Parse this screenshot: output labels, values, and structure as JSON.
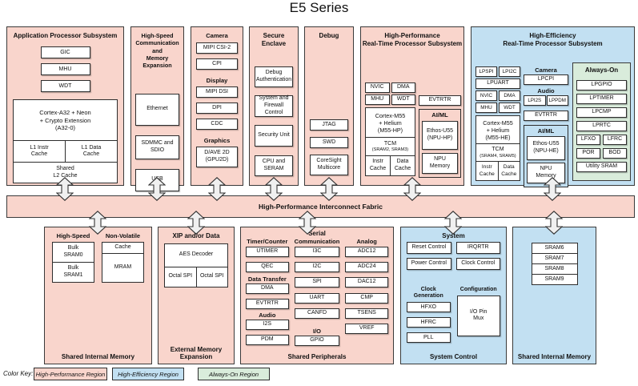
{
  "title": "E5 Series",
  "fabric_label": "High-Performance Interconnect Fabric",
  "aps": {
    "title": "Application Processor Subsystem",
    "gic": "GIC",
    "mhu": "MHU",
    "wdt": "WDT",
    "cpu_l1": "Cortex-A32 + Neon",
    "cpu_l2": "+ Crypto Extension",
    "cpu_l3": "(A32-0)",
    "l1i_l1": "L1 Instr",
    "l1i_l2": "Cache",
    "l1d_l1": "L1 Data",
    "l1d_l2": "Cache",
    "l2_l1": "Shared",
    "l2_l2": "L2 Cache"
  },
  "hscme": {
    "title_l1": "High-Speed",
    "title_l2": "Communication and",
    "title_l3": "Memory Expansion",
    "ethernet": "Ethernet",
    "sdmmc": "SDMMC and SDIO",
    "usb": "USB"
  },
  "cam": {
    "camera_h": "Camera",
    "mipi_csi": "MIPI CSI-2",
    "cpi": "CPI",
    "display_h": "Display",
    "mipi_dsi": "MIPI DSI",
    "dpi": "DPI",
    "cdc": "CDC",
    "graphics_h": "Graphics",
    "gpu_l1": "D/AVE 2D",
    "gpu_l2": "(GPU2D)"
  },
  "secure": {
    "title": "Secure Enclave",
    "items": [
      "Debug Authentication",
      "System and Firewall Control",
      "Security Unit",
      "CPU and SERAM"
    ]
  },
  "debug": {
    "title": "Debug",
    "jtag": "JTAG",
    "swd": "SWD",
    "coresight": "CoreSight Multicore"
  },
  "hprt": {
    "title_l1": "High-Performance",
    "title_l2": "Real-Time Processor Subsystem",
    "nvic": "NVIC",
    "dma": "DMA",
    "mhu": "MHU",
    "wdt": "WDT",
    "evtrtr": "EVTRTR",
    "cpu_l1": "Cortex-M55",
    "cpu_l2": "+ Helium",
    "cpu_l3": "(M55-HP)",
    "tcm": "TCM",
    "tcm_sub": "(SRAM2, SRAM3)",
    "icache": "Instr Cache",
    "dcache": "Data Cache",
    "aiml_h": "AI/ML",
    "npu_l1": "Ethos-U55",
    "npu_l2": "(NPU-HP)",
    "npu_mem": "NPU Memory"
  },
  "hert": {
    "title_l1": "High-Efficiency",
    "title_l2": "Real-Time Processor Subsystem",
    "lpspi": "LPSPI",
    "lpi2c": "LPI2C",
    "lpuart": "LPUART",
    "nvic": "NVIC",
    "dma": "DMA",
    "mhu": "MHU",
    "wdt": "WDT",
    "cpu_l1": "Cortex-M55",
    "cpu_l2": "+ Helium",
    "cpu_l3": "(M55-HE)",
    "tcm": "TCM",
    "tcm_sub": "(SRAM4, SRAM5)",
    "icache": "Instr Cache",
    "dcache": "Data Cache",
    "camera_h": "Camera",
    "lpcpi": "LPCPI",
    "audio_h": "Audio",
    "lpi2s": "LPI2S",
    "lppdm": "LPPDM",
    "evtrtr": "EVTRTR",
    "aiml_h": "AI/ML",
    "npu_l1": "Ethos-U55",
    "npu_l2": "(NPU-HE)",
    "npu_mem": "NPU Memory"
  },
  "always_on": {
    "title": "Always-On",
    "lpgpio": "LPGPIO",
    "lptimer": "LPTIMER",
    "lpcmp": "LPCMP",
    "lprtc": "LPRTC",
    "lfxo": "LFXO",
    "lfrc": "LFRC",
    "por": "POR",
    "bod": "BOD",
    "utility": "Utility SRAM"
  },
  "sim_left": {
    "hs_h": "High-Speed",
    "nv_h": "Non-Volatile",
    "sram0": "Bulk SRAM0",
    "sram1": "Bulk SRAM1",
    "cache": "Cache",
    "mram": "MRAM",
    "footer": "Shared Internal Memory"
  },
  "eme": {
    "header": "XIP and/or Data",
    "aes": "AES Decoder",
    "ospi1": "Octal SPI",
    "ospi2": "Octal SPI",
    "footer": "External Memory Expansion"
  },
  "periph": {
    "serial_h": "Serial",
    "timer_h": "Timer/Counter",
    "utimer": "UTIMER",
    "qec": "QEC",
    "dt_h": "Data Transfer",
    "dma": "DMA",
    "evtrtr": "EVTRTR",
    "audio_h": "Audio",
    "i2s": "I2S",
    "pdm": "PDM",
    "comm_h": "Communication",
    "i3c": "I3C",
    "i2c": "I2C",
    "spi": "SPI",
    "uart": "UART",
    "canfd": "CANFD",
    "io_h": "I/O",
    "gpio": "GPIO",
    "analog_h": "Analog",
    "adc12": "ADC12",
    "adc24": "ADC24",
    "dac12": "DAC12",
    "cmp": "CMP",
    "tsens": "TSENS",
    "vref": "VREF",
    "footer": "Shared Peripherals"
  },
  "sysctl": {
    "system_h": "System",
    "reset": "Reset Control",
    "irqrtr": "IRQRTR",
    "power": "Power Control",
    "clockctl": "Clock Control",
    "clkgen_h": "Clock Generation",
    "hfxo": "HFXO",
    "hfrc": "HFRC",
    "pll": "PLL",
    "config_h": "Configuration",
    "iopinmux": "I/O Pin Mux",
    "footer": "System Control"
  },
  "sim_right": {
    "items": [
      "SRAM6",
      "SRAM7",
      "SRAM8",
      "SRAM9"
    ],
    "footer": "Shared Internal Memory"
  },
  "color_key": {
    "label": "Color Key:",
    "hp": "High-Performance Region",
    "he": "High-Efficiency Region",
    "ao": "Always-On Region"
  },
  "colors": {
    "high_performance_region": "#f9d5cc",
    "high_efficiency_region": "#c2e0f2",
    "always_on_region": "#d9ecdb",
    "box_border": "#2d2d2d",
    "arrow_fill": "#f0f0f0"
  }
}
